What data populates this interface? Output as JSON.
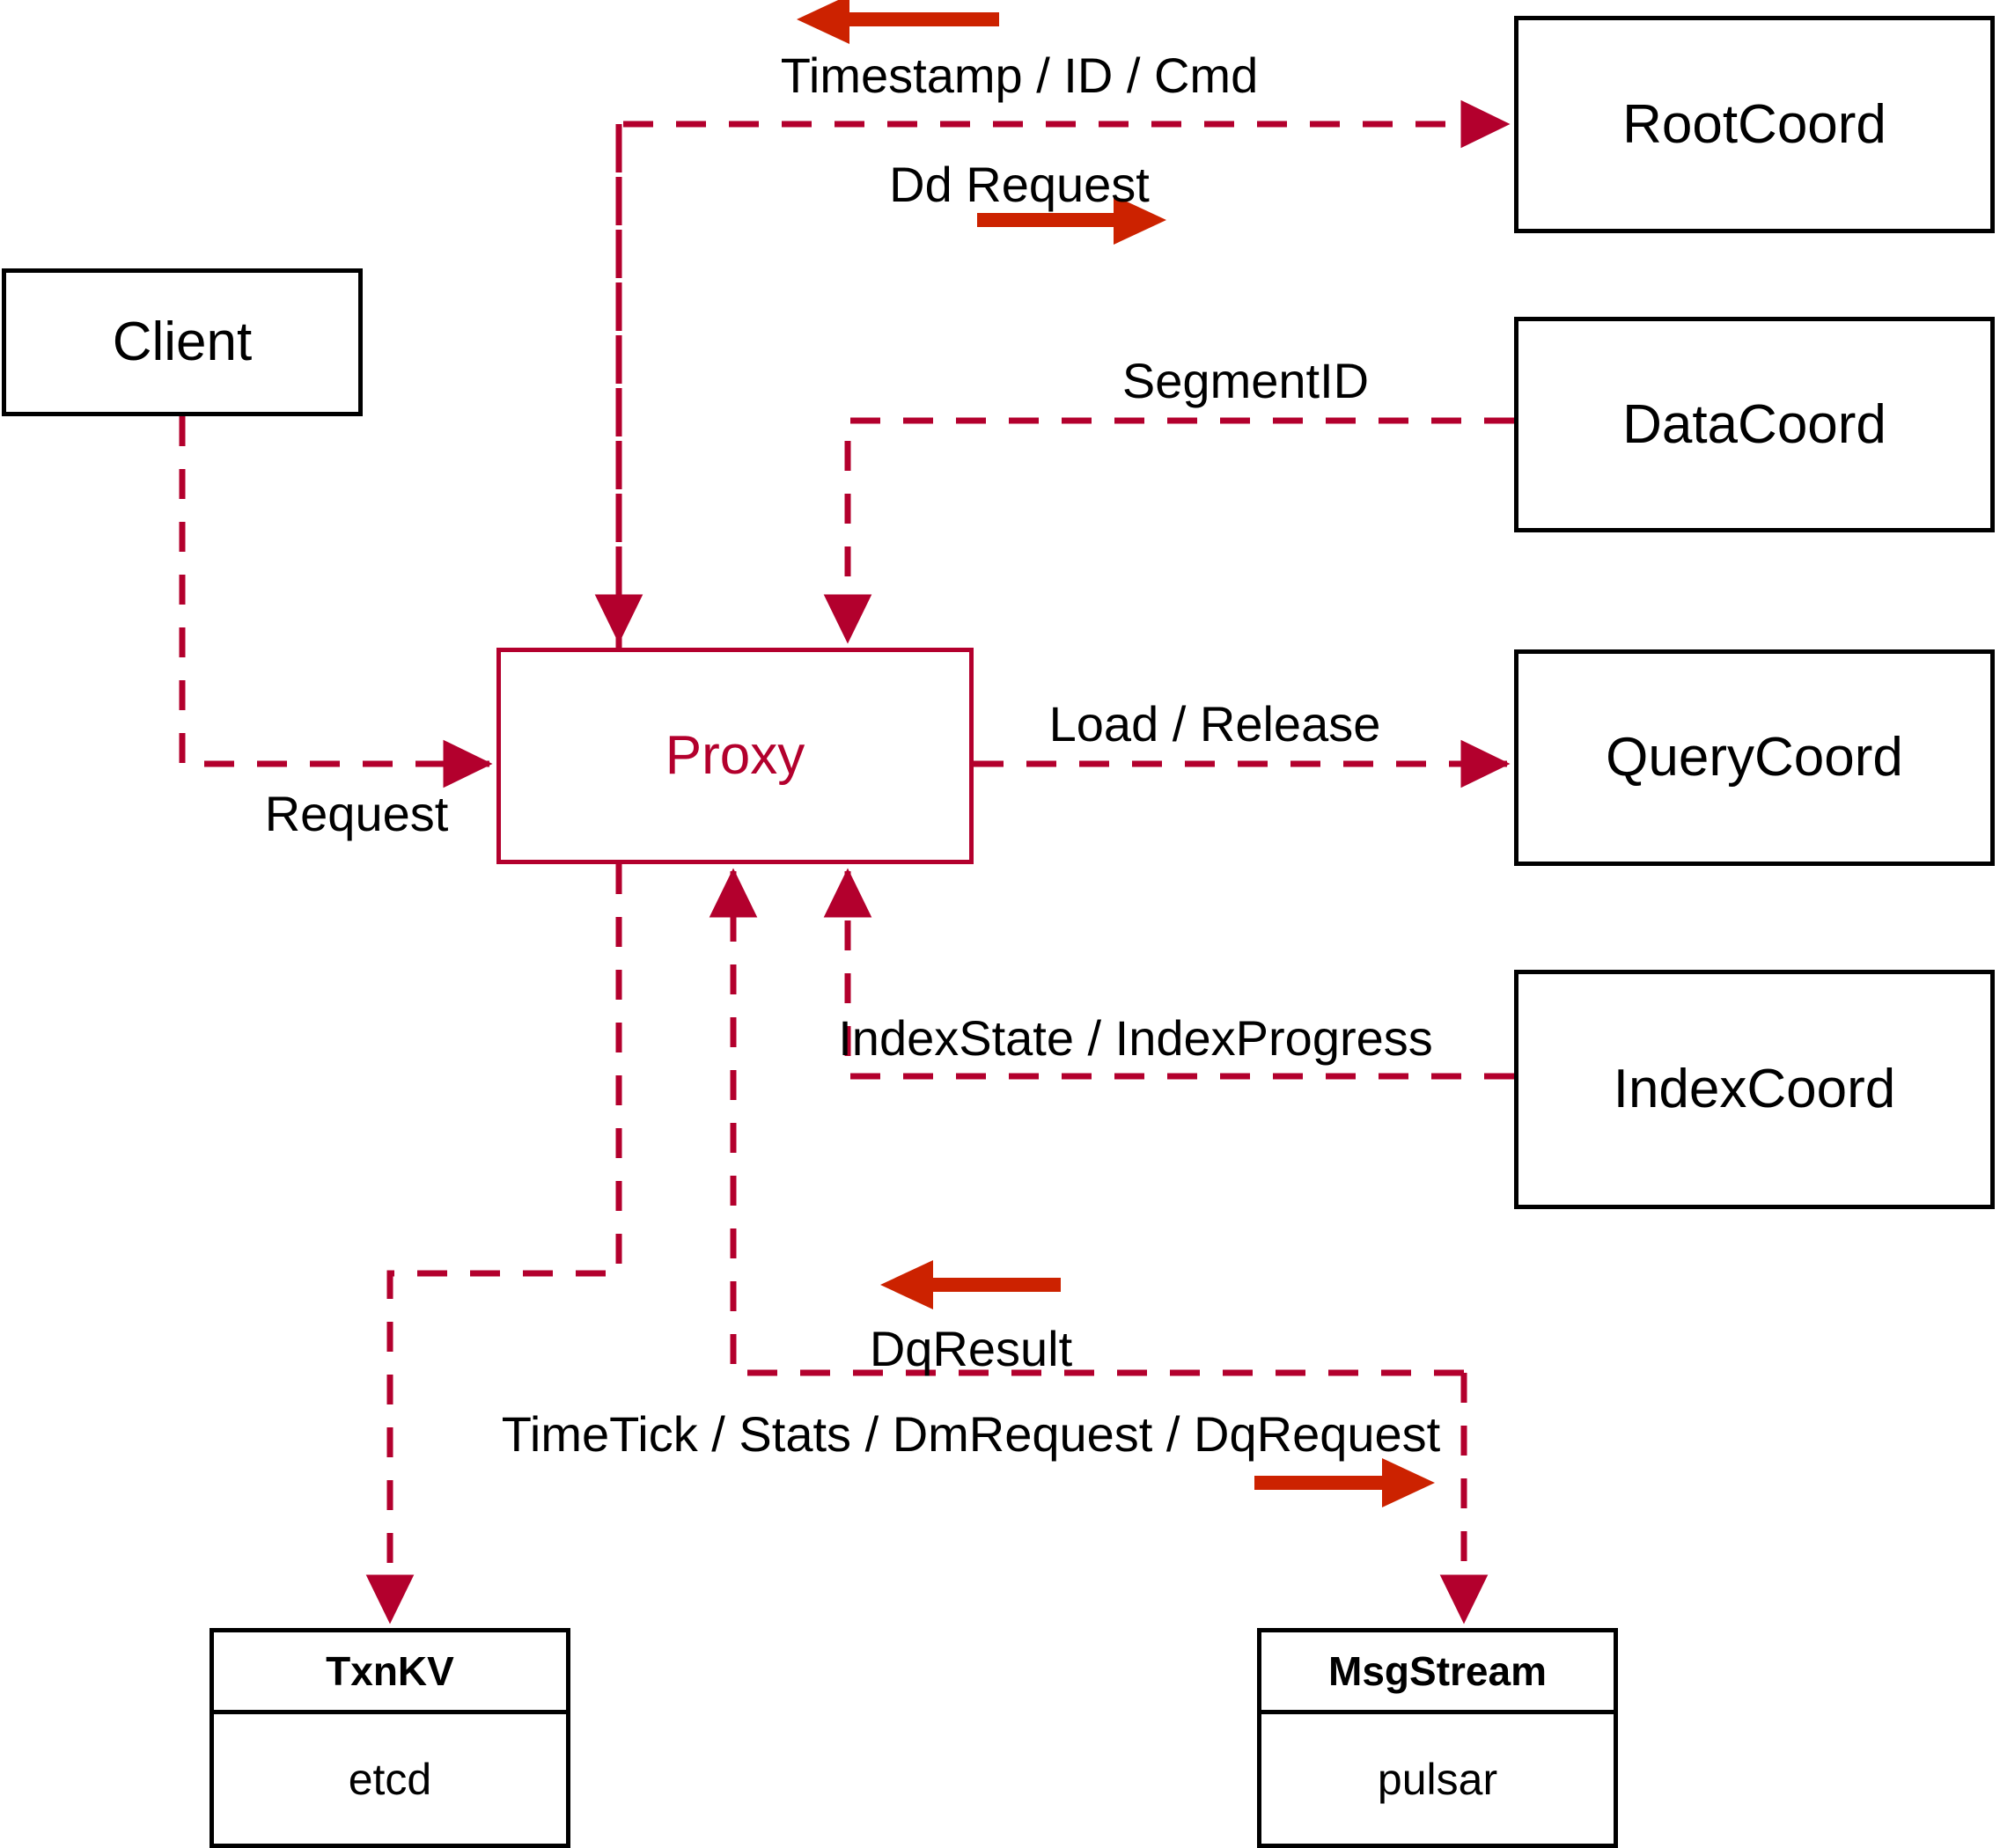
{
  "diagram": {
    "title": "Milvus Proxy interaction diagram",
    "accent_red": "#B3002D",
    "arrow_red": "#CC2200",
    "node_border": "#000000"
  },
  "nodes": {
    "client": {
      "label": "Client"
    },
    "proxy": {
      "label": "Proxy"
    },
    "root_coord": {
      "label": "RootCoord"
    },
    "data_coord": {
      "label": "DataCoord"
    },
    "query_coord": {
      "label": "QueryCoord"
    },
    "index_coord": {
      "label": "IndexCoord"
    },
    "txnkv": {
      "header": "TxnKV",
      "body": "etcd"
    },
    "msgstream": {
      "header": "MsgStream",
      "body": "pulsar"
    }
  },
  "edge_labels": {
    "timestamp_id_cmd": "Timestamp / ID / Cmd",
    "dd_request": "Dd Request",
    "segment_id": "SegmentID",
    "request": "Request",
    "load_release": "Load / Release",
    "index_state_progress": "IndexState / IndexProgress",
    "dq_result": "DqResult",
    "timetick_stats": "TimeTick / Stats / DmRequest / DqRequest"
  }
}
